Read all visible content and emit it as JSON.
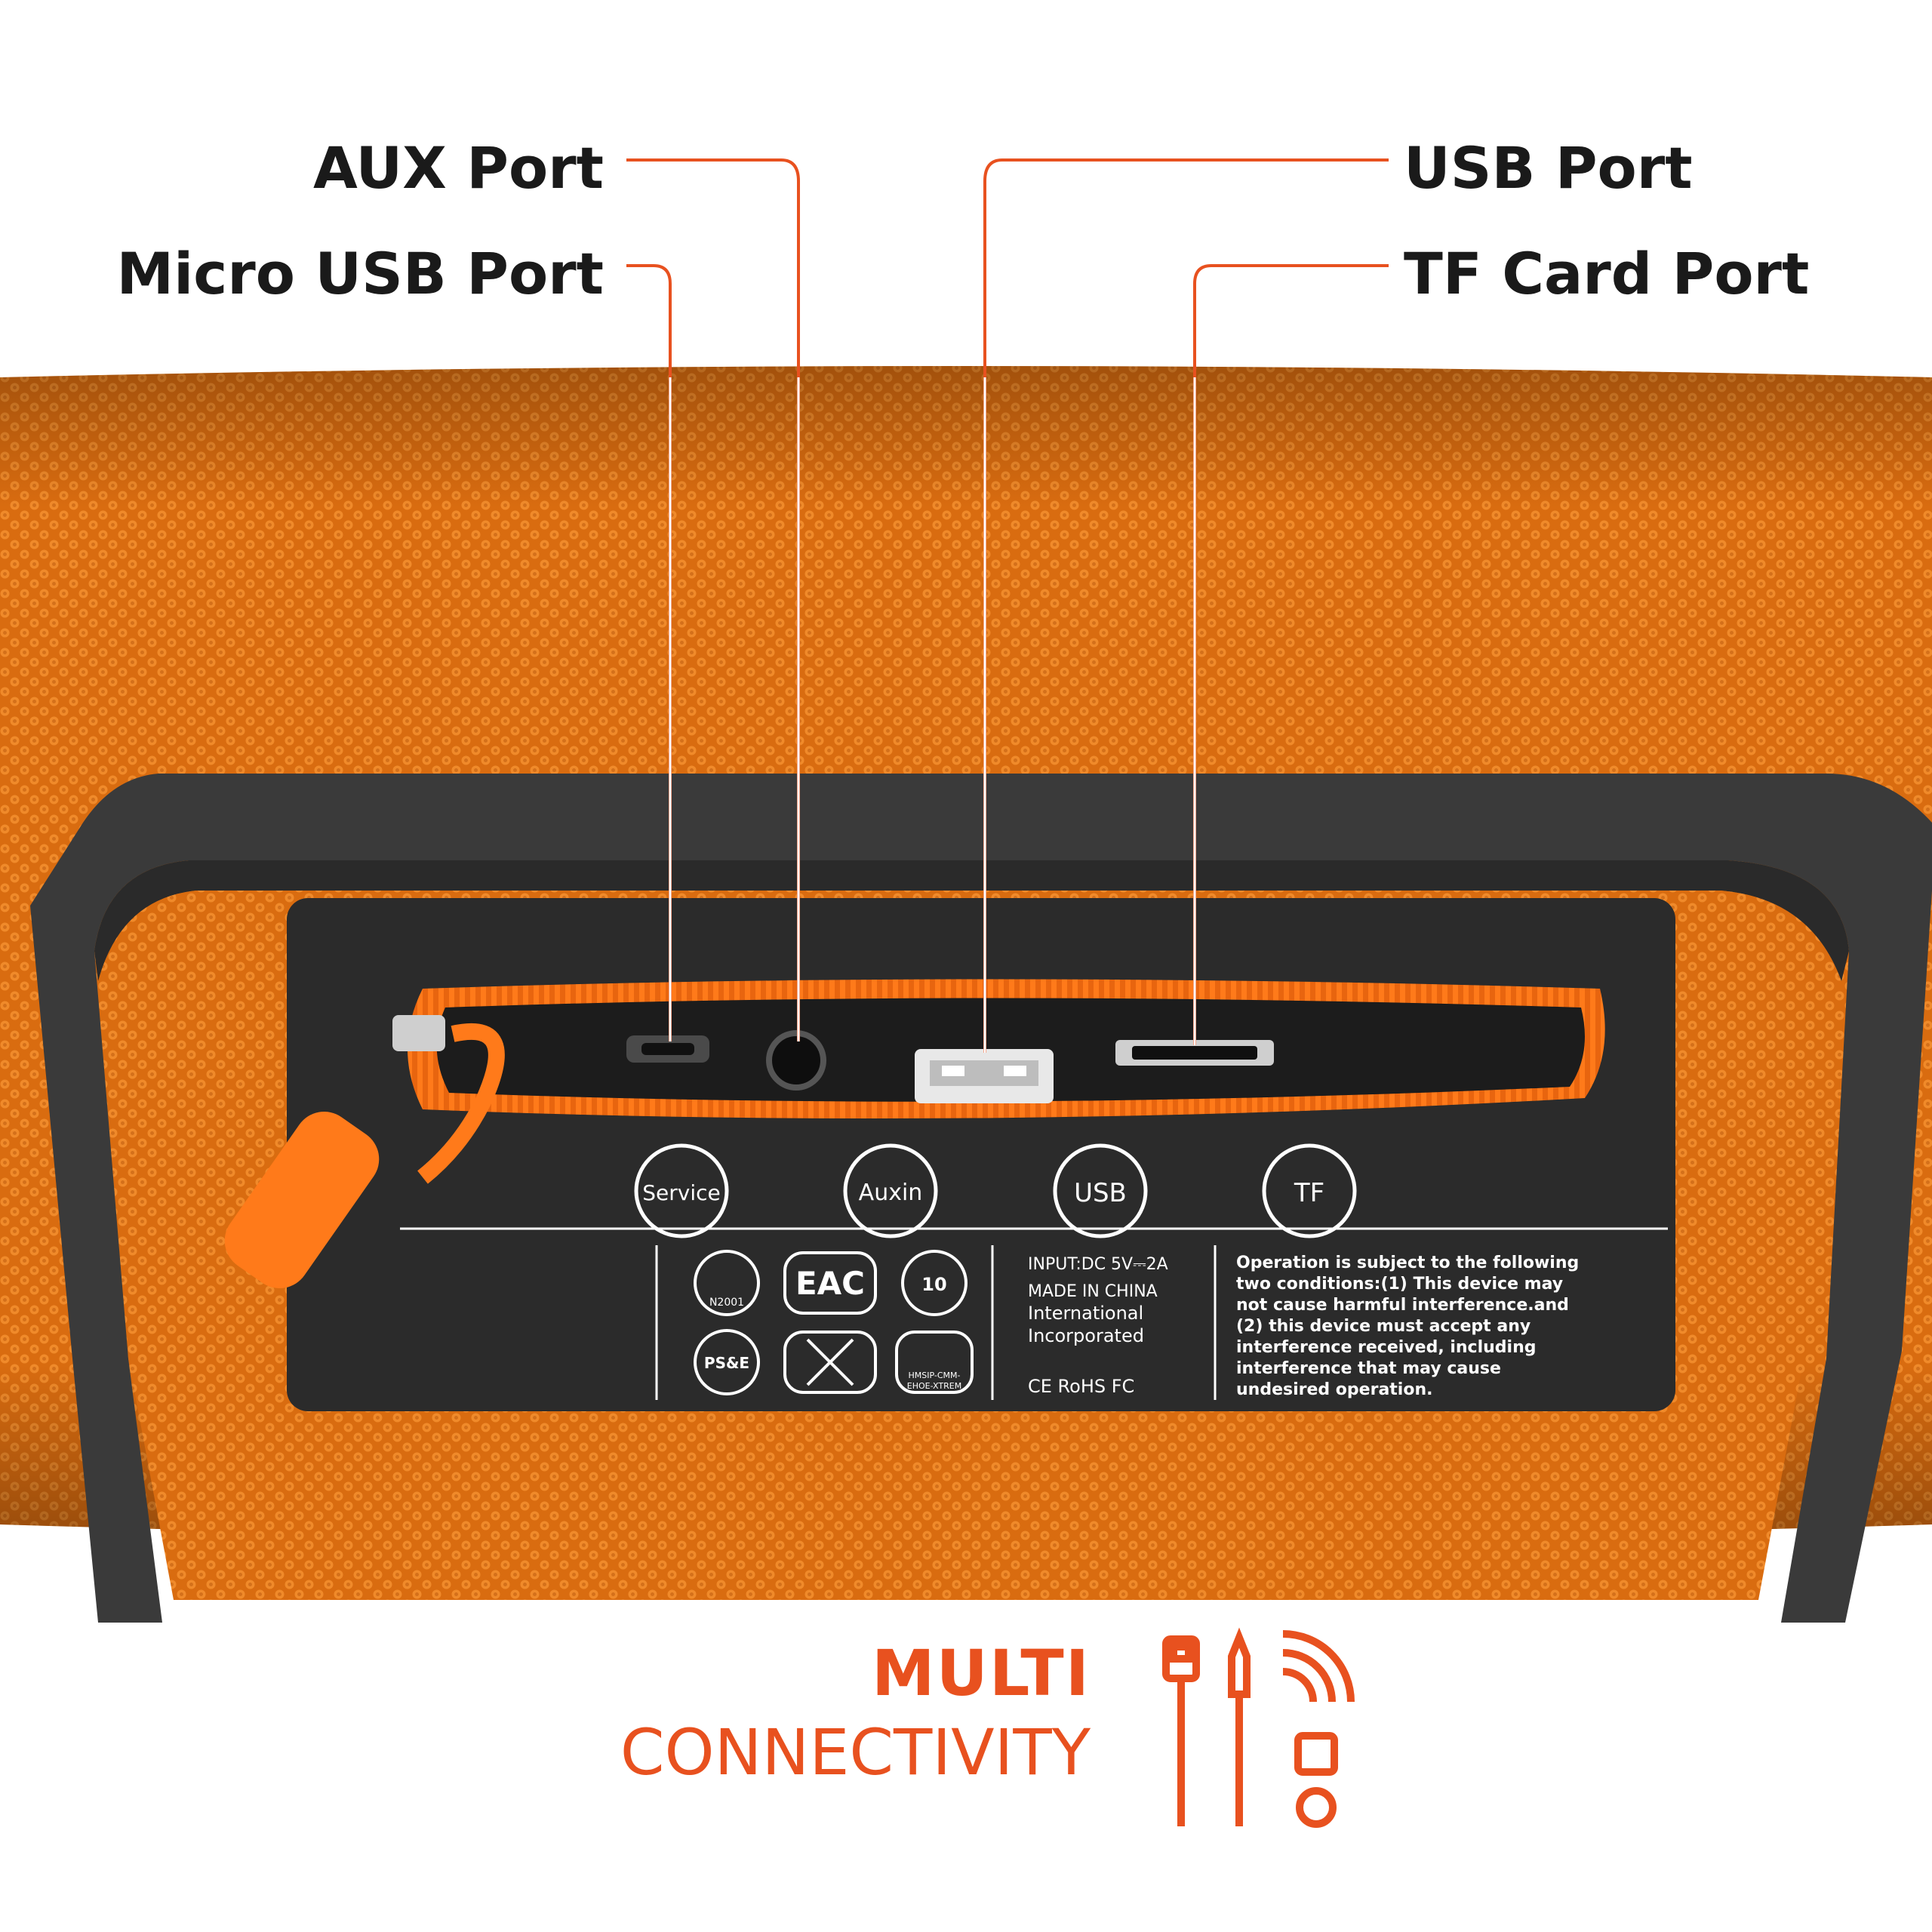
{
  "colors": {
    "fabric": "#e07515",
    "accent": "#e8511f",
    "zipper": "#ff7a1a",
    "panel": "#2a2a2a",
    "frame": "#3a3a3a",
    "text": "#1a1a1a"
  },
  "callouts": {
    "aux": "AUX Port",
    "micro_usb": "Micro USB Port",
    "usb": "USB Port",
    "tf_card": "TF Card Port"
  },
  "panel_buttons": [
    {
      "label": "Service"
    },
    {
      "label": "Auxin"
    },
    {
      "label": "USB"
    },
    {
      "label": "TF"
    }
  ],
  "label": {
    "input": "INPUT:DC 5V⎓2A",
    "made_in": "MADE IN CHINA",
    "company_1": "International",
    "company_2": "Incorporated",
    "marks": "CE RoHS FC",
    "cert_n2001": "N2001",
    "cert_eac": "EAC",
    "cert_10": "10",
    "cert_pse": "PS&E",
    "cert_kc_1": "HMSIP-CMM-",
    "cert_kc_2": "EHOE-XTREM",
    "fcc_lines": [
      "Operation is subject to the following",
      "two conditions:(1) This device may",
      "not cause harmful interference.and",
      "(2) this device must accept any",
      "interference received, including",
      "interference that may cause",
      "undesired operation."
    ]
  },
  "banner": {
    "line1": "MULTI",
    "line2": "CONNECTIVITY",
    "icons": [
      "usb-cable-icon",
      "aux-cable-icon",
      "wireless-card-icon"
    ]
  }
}
